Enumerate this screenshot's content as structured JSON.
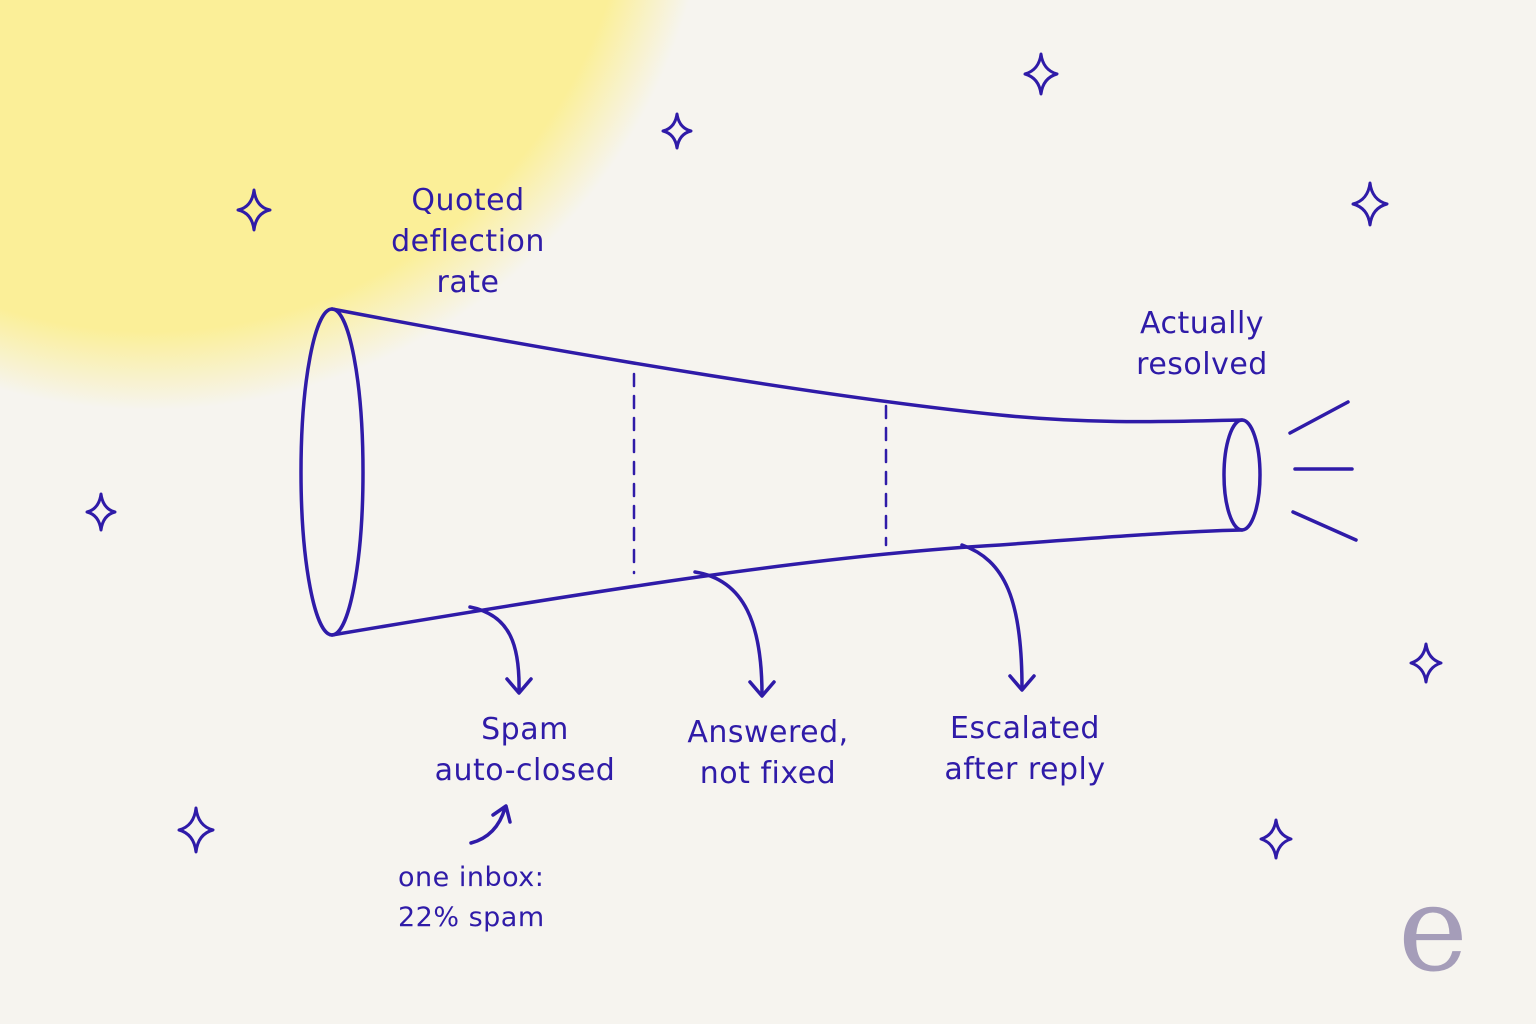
{
  "colors": {
    "ink": "#2f1ba8",
    "background": "#f6f4ef",
    "sun": "#fbef98",
    "logo": "#a59db9"
  },
  "labels": {
    "quoted_line1": "Quoted",
    "quoted_line2": "deflection",
    "quoted_line3": "rate",
    "resolved_line1": "Actually",
    "resolved_line2": "resolved",
    "spam_line1": "Spam",
    "spam_line2": "auto-closed",
    "answered_line1": "Answered,",
    "answered_line2": "not fixed",
    "escalated_line1": "Escalated",
    "escalated_line2": "after reply",
    "note_line1": "one inbox:",
    "note_line2": "22% spam"
  },
  "logo": {
    "letter": "e"
  },
  "icons": [
    "sparkle-icon",
    "arrow-down-icon",
    "curved-arrow-icon",
    "sound-lines-icon",
    "sun-shape"
  ]
}
